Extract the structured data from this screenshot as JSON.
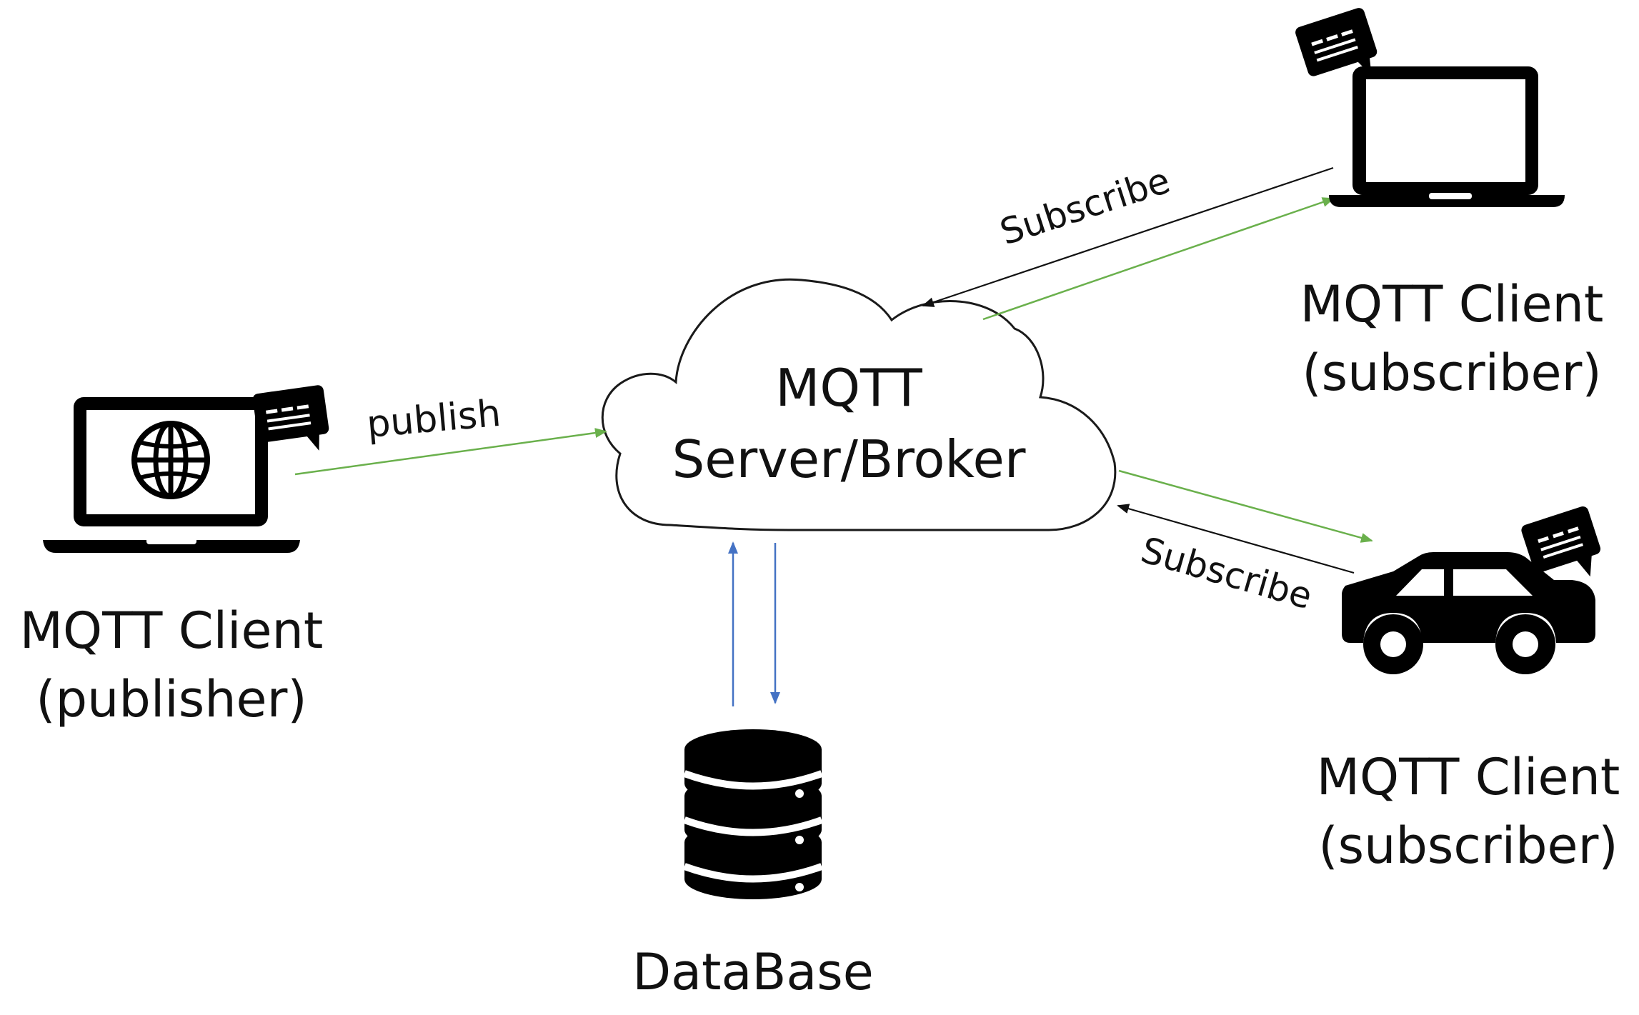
{
  "nodes": {
    "broker": {
      "line1": "MQTT",
      "line2": "Server/Broker"
    },
    "publisher": {
      "line1": "MQTT Client",
      "line2": "(publisher)"
    },
    "subscriber_laptop": {
      "line1": "MQTT Client",
      "line2": "(subscriber)"
    },
    "subscriber_car": {
      "line1": "MQTT Client",
      "line2": "(subscriber)"
    },
    "database": {
      "label": "DataBase"
    }
  },
  "edges": {
    "publish": {
      "label": "publish"
    },
    "subscribe_laptop": {
      "label": "Subscribe"
    },
    "subscribe_car": {
      "label": "Subscribe"
    }
  },
  "colors": {
    "message_flow": "#6ab04c",
    "subscribe_flow": "#111111",
    "database_flow": "#4472c4",
    "icon": "#000000",
    "cloud_stroke": "#1a1a1a"
  },
  "icons": {
    "publisher_device": "laptop-icon",
    "publisher_screen": "globe-icon",
    "subscriber_laptop_device": "laptop-icon",
    "subscriber_car_device": "car-icon",
    "database_device": "database-icon",
    "message": "message-bubble-icon",
    "broker": "cloud-icon"
  }
}
